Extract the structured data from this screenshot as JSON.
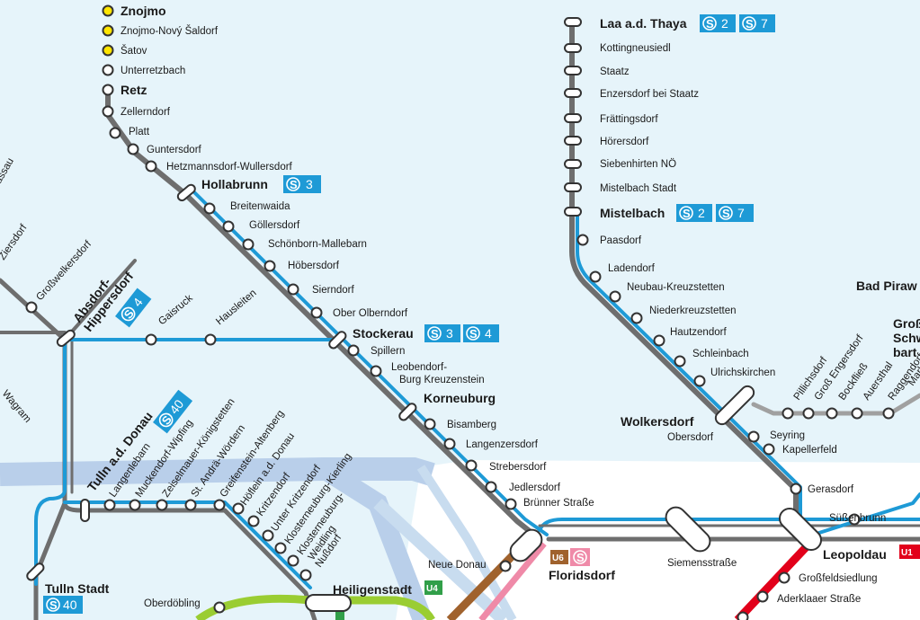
{
  "colors": {
    "water": "#e6f4fa",
    "land": "#ffffff",
    "sbahn": "#1e9ad6",
    "rail": "#6e6e6e",
    "yellow": "#ffe500",
    "u1": "#e2001a",
    "u4": "#319f49",
    "u6": "#a0622d",
    "green": "#9acd32",
    "pink": "#ef8aa8"
  },
  "icon_s_symbol": "S",
  "stations": {
    "znojmo": "Znojmo",
    "znojmo_novy": "Znojmo-Nový Šaldorf",
    "satov": "Šatov",
    "unterretzbach": "Unterretzbach",
    "retz": "Retz",
    "zellerndorf": "Zellerndorf",
    "platt": "Platt",
    "guntersdorf": "Guntersdorf",
    "hetzmannsdorf": "Hetzmannsdorf-Wullersdorf",
    "hollabrunn": "Hollabrunn",
    "breitenwaida": "Breitenwaida",
    "goellersdorf": "Göllersdorf",
    "schoenborn": "Schönborn-Mallebarn",
    "hoebersdorf": "Höbersdorf",
    "sierndorf": "Sierndorf",
    "ober_olberndorf": "Ober Olberndorf",
    "stockerau": "Stockerau",
    "spillern": "Spillern",
    "leobendorf_1": "Leobendorf-",
    "leobendorf_2": "Burg Kreuzenstein",
    "korneuburg": "Korneuburg",
    "bisamberg": "Bisamberg",
    "langenzersdorf": "Langenzersdorf",
    "strebersdorf": "Strebersdorf",
    "jedlersdorf": "Jedlersdorf",
    "bruenner": "Brünner Straße",
    "floridsdorf": "Floridsdorf",
    "neue_donau": "Neue Donau",
    "siemensstrasse": "Siemensstraße",
    "leopoldau": "Leopoldau",
    "grossfeldsiedlung": "Großfeldsiedlung",
    "aderklaaer": "Aderklaaer Straße",
    "laa": "Laa a.d. Thaya",
    "kottingneusiedl": "Kottingneusiedl",
    "staatz": "Staatz",
    "enzersdorf": "Enzersdorf bei Staatz",
    "fraettingsdorf": "Frättingsdorf",
    "hoerersdorf": "Hörersdorf",
    "siebenhirten": "Siebenhirten NÖ",
    "mistelbach_stadt": "Mistelbach Stadt",
    "mistelbach": "Mistelbach",
    "paasdorf": "Paasdorf",
    "ladendorf": "Ladendorf",
    "neubau": "Neubau-Kreuzstetten",
    "niederkreuzstetten": "Niederkreuzstetten",
    "hautzendorf": "Hautzendorf",
    "schleinbach": "Schleinbach",
    "ulrichskirchen": "Ulrichskirchen",
    "wolkersdorf": "Wolkersdorf",
    "obersdorf": "Obersdorf",
    "seyring": "Seyring",
    "kapellerfeld": "Kapellerfeld",
    "gerasdorf": "Gerasdorf",
    "suessenbrunn": "Süßenbrunn",
    "bad_pirawarth": "Bad Piraw",
    "gross_s1": "Groß",
    "gross_s2": "Schw",
    "gross_s3": "bart",
    "pillichsdorf": "Pillichsdorf",
    "gross_engersdorf": "Groß Engersdorf",
    "bockfliess": "Bockfließ",
    "auersthal": "Auersthal",
    "raggendorf": "Raggendorf",
    "markt": "Markt",
    "tulln_donau": "Tulln a.d. Donau",
    "langenlebarn": "Langenlebarn",
    "muckendorf": "Muckendorf-Wipfing",
    "zeiselmauer": "Zeiselmauer-Königstetten",
    "st_andrae": "St. Andrä-Wördern",
    "greifenstein": "Greifenstein-Altenberg",
    "hoeflein": "Höflein a.d. Donau",
    "kritzendorf": "Kritzendorf",
    "unter_kritzendorf": "Unter Kritzendorf",
    "klosterneuburg_k": "Klosterneuburg-Kierling",
    "klosterneuburg_w1": "Klosterneuburg-",
    "klosterneuburg_w2": "Weidling",
    "nussdorf": "Nußdorf",
    "heiligenstadt": "Heiligenstadt",
    "oberdoebling": "Oberdöbling",
    "tulln_stadt": "Tulln Stadt",
    "absdorf_1": "Absdorf-",
    "absdorf_2": "Hippersdorf",
    "gaisruck": "Gaisruck",
    "hausleiten": "Hausleiten",
    "grosswelkersdorf": "Großwelkersdorf",
    "ziersdorf": "Ziersdorf",
    "wagram": "Wagram",
    "assau": "assau"
  },
  "lines": {
    "s2": "2",
    "s3": "3",
    "s4": "4",
    "s7": "7",
    "s40": "40",
    "u1": "U1",
    "u4": "U4",
    "u6": "U6"
  }
}
